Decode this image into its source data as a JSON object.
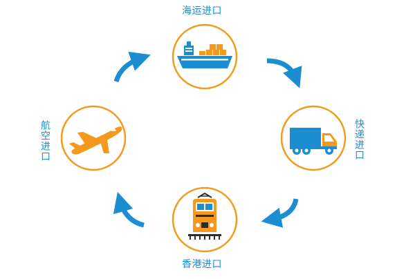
{
  "nodes": {
    "sea": {
      "label": "海运进口"
    },
    "express": {
      "label": "快递进口"
    },
    "hongkong": {
      "label": "香港进口"
    },
    "air": {
      "label": "航空进口"
    }
  },
  "colors": {
    "ring": "#f39a1e",
    "blue": "#1b8ed1",
    "orange": "#f39a1e",
    "dark": "#2b2b2b",
    "white": "#ffffff"
  },
  "icons": {
    "sea": "cargo-ship-icon",
    "express": "delivery-truck-icon",
    "hongkong": "train-icon",
    "air": "airplane-icon",
    "arrow": "curved-arrow-icon"
  }
}
